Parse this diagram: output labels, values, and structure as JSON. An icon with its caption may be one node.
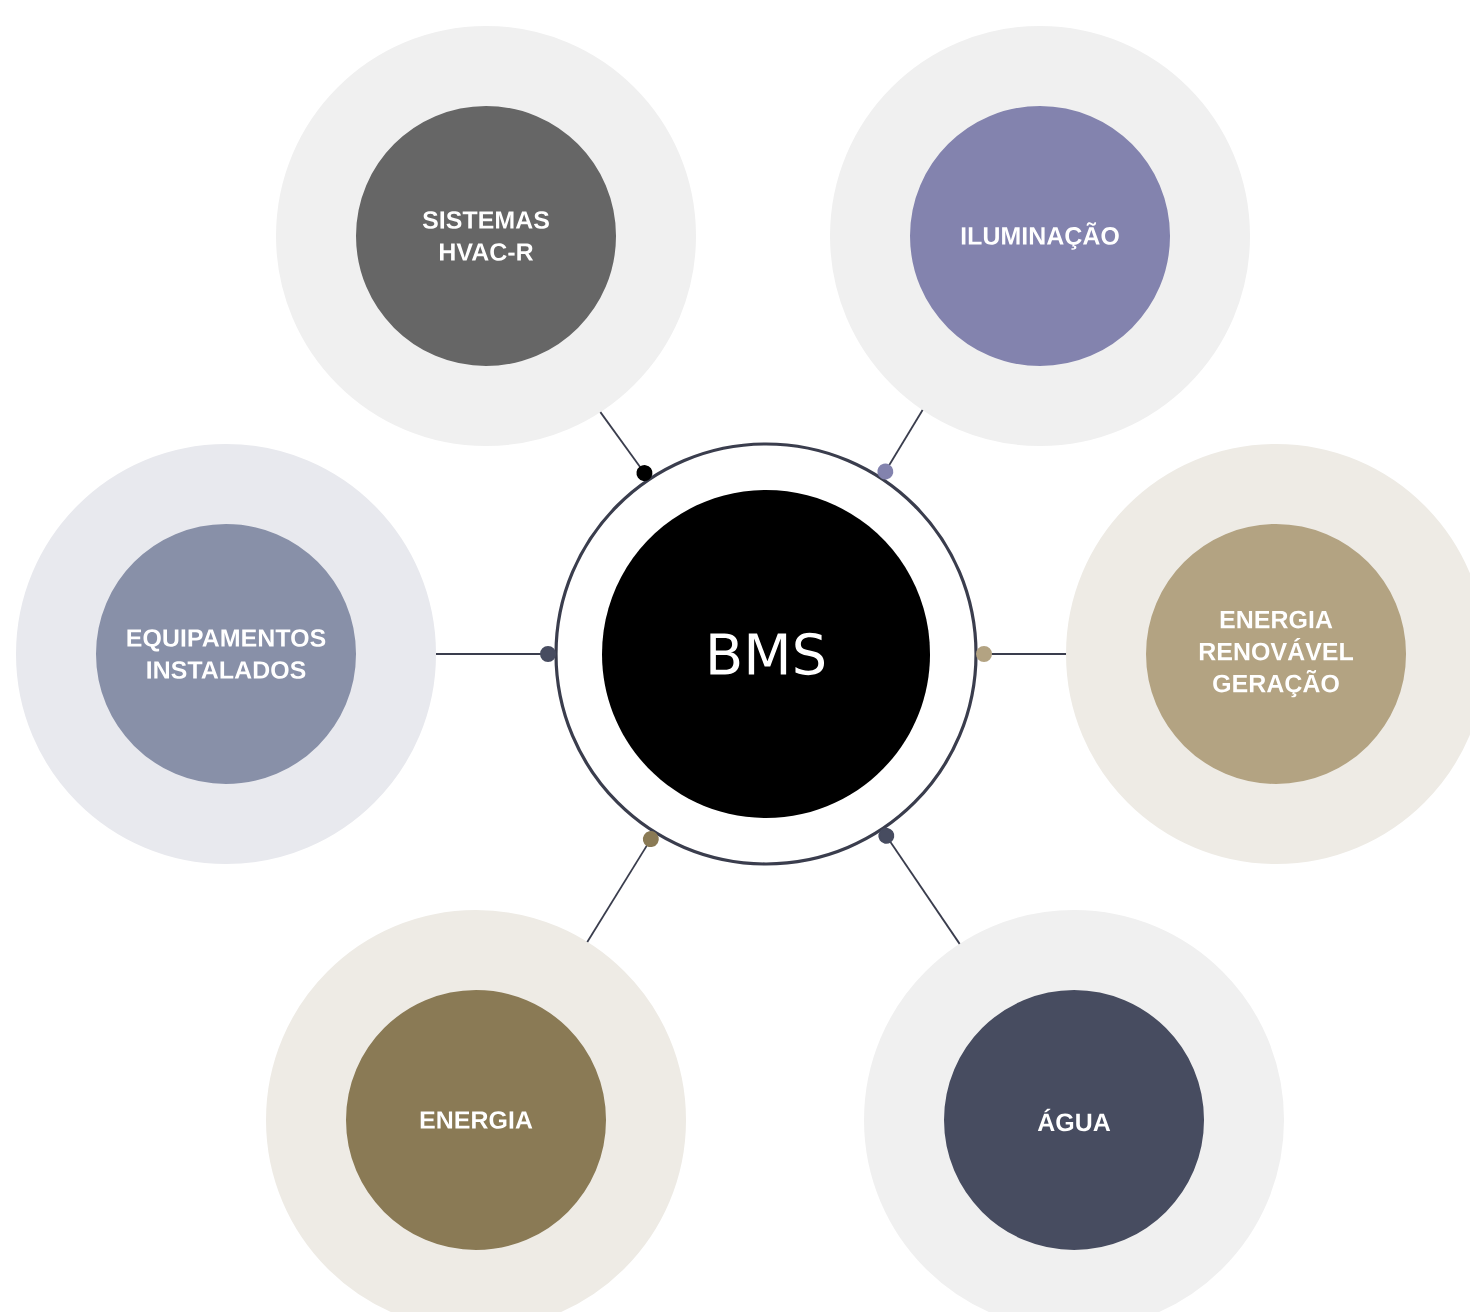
{
  "diagram": {
    "nodes": [
      {
        "text": [
          "SISTEMAS HVAC-R"
        ]
      },
      {
        "text": [
          "ILUMINAÇÃO"
        ]
      },
      {
        "text": [
          "EQUIPAMENTOS INSTALADOS"
        ]
      },
      {
        "text": [
          "BMS"
        ]
      },
      {
        "text": [
          "ENERGIA RENOVÁVEL GERAÇÃO"
        ]
      },
      {
        "text": [
          "ENERGIA"
        ]
      },
      {
        "text": [
          "ÁGUA"
        ]
      }
    ],
    "edges": [
      {
        "from": 3,
        "to": 0,
        "arrow": "other"
      },
      {
        "from": 3,
        "to": 1,
        "arrow": "other"
      },
      {
        "from": 3,
        "to": 2,
        "arrow": "other"
      },
      {
        "from": 3,
        "to": 4,
        "arrow": "other"
      },
      {
        "from": 3,
        "to": 5,
        "arrow": "other"
      },
      {
        "from": 3,
        "to": 6,
        "arrow": "other"
      }
    ]
  }
}
